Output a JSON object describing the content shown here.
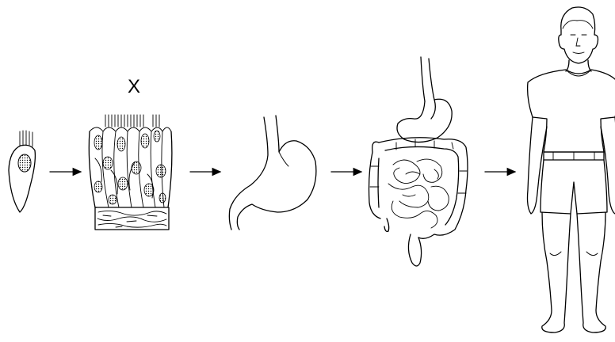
{
  "stages": [
    {
      "id": "cell"
    },
    {
      "id": "tissue",
      "label": "X"
    },
    {
      "id": "organ"
    },
    {
      "id": "organ-system"
    },
    {
      "id": "organism"
    }
  ],
  "arrow_color": "#000000",
  "shirt_color": "#cfcfcf"
}
